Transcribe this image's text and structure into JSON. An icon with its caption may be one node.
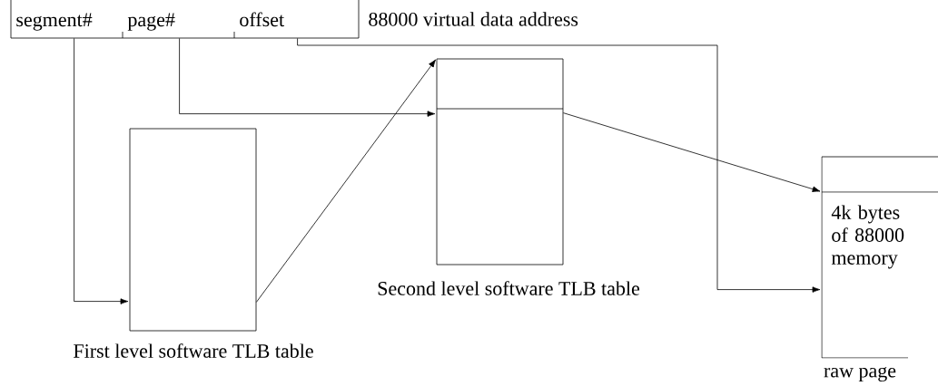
{
  "diagram": {
    "nodes": [
      {
        "text": [],
        "shape": "box",
        "beside": [
          "88000 virtual data address"
        ]
      },
      {
        "text": [
          "segment#"
        ],
        "in": 0
      },
      {
        "text": [
          "page#"
        ],
        "in": 0
      },
      {
        "text": [
          "offset"
        ],
        "in": 0
      },
      {
        "text": [],
        "shape": "box",
        "beside": [
          "First level software TLB table"
        ]
      },
      {
        "text": [],
        "shape": "box",
        "beside": [
          "Second level software TLB table"
        ]
      },
      {
        "text": [
          "4k bytes of 88000 memory"
        ],
        "beside": [
          "raw page"
        ]
      }
    ],
    "edges": [
      {
        "from": 1,
        "to": 4,
        "arrow": "to"
      },
      {
        "from": 2,
        "to": 5,
        "arrow": "to"
      },
      {
        "from": 3,
        "to": 6,
        "arrow": "to"
      },
      {
        "from": 4,
        "to": 5,
        "arrow": "to"
      },
      {
        "from": 5,
        "to": 6,
        "arrow": "to"
      }
    ]
  }
}
